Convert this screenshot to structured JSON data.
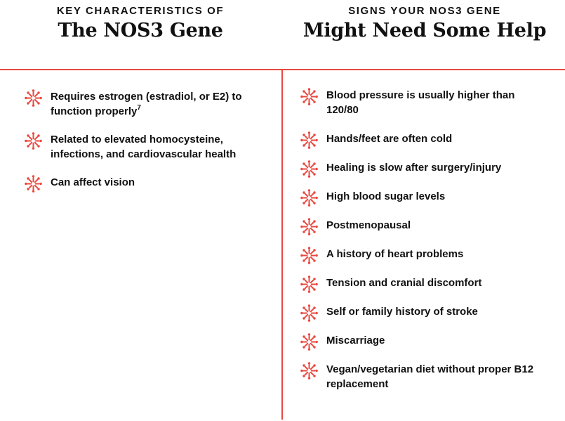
{
  "colors": {
    "accent": "#e8493f",
    "text": "#111111",
    "background": "#ffffff"
  },
  "icon": "starburst-icon",
  "left": {
    "kicker": "KEY CHARACTERISTICS OF",
    "title": "The NOS3 Gene",
    "items": [
      {
        "text": "Requires estrogen (estradiol, or E2) to function properly",
        "footnote": "7"
      },
      {
        "text": "Related to elevated homocysteine, infections, and cardiovascular health"
      },
      {
        "text": "Can affect vision"
      }
    ]
  },
  "right": {
    "kicker": "SIGNS YOUR NOS3 GENE",
    "title": "Might Need Some Help",
    "items": [
      {
        "text": "Blood pressure is usually higher than 120/80"
      },
      {
        "text": "Hands/feet are often cold"
      },
      {
        "text": "Healing is slow after surgery/injury"
      },
      {
        "text": "High blood sugar levels"
      },
      {
        "text": "Postmenopausal"
      },
      {
        "text": "A history of heart problems"
      },
      {
        "text": "Tension and cranial discomfort"
      },
      {
        "text": "Self or family history of stroke"
      },
      {
        "text": "Miscarriage"
      },
      {
        "text": "Vegan/vegetarian diet without proper B12 replacement"
      }
    ]
  }
}
